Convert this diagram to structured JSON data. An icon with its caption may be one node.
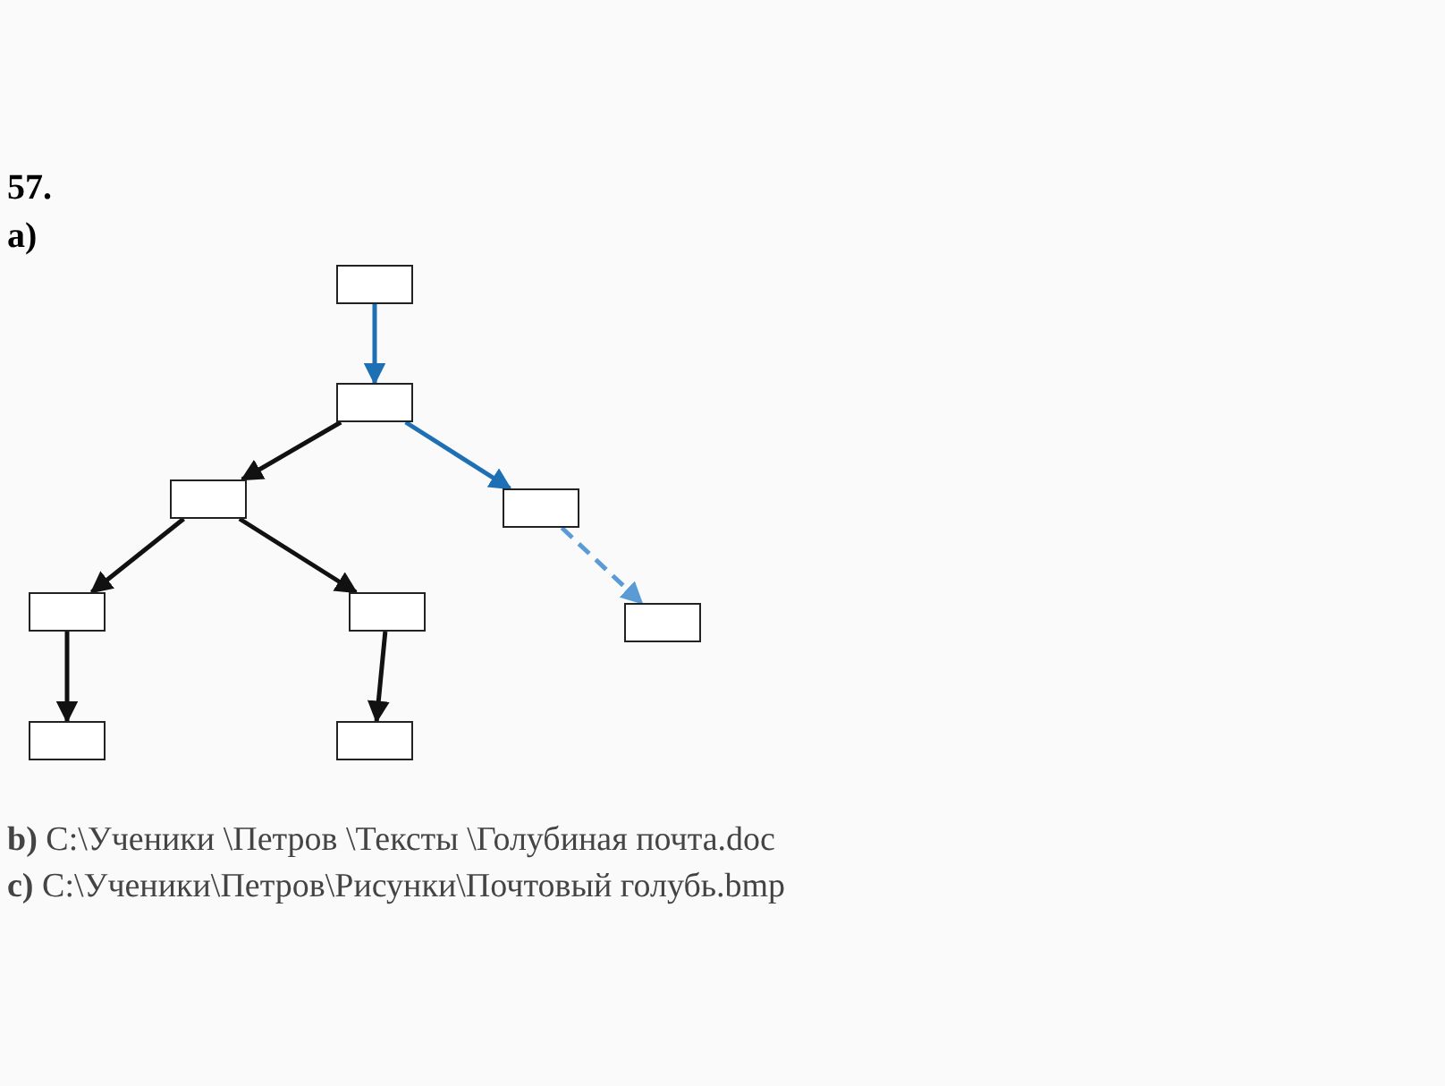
{
  "diagram": {
    "nodes": [
      {
        "text": [],
        "shape": "box"
      },
      {
        "text": [],
        "shape": "box"
      },
      {
        "text": [],
        "shape": "box"
      },
      {
        "text": [],
        "shape": "box"
      },
      {
        "text": [],
        "shape": "box"
      },
      {
        "text": [],
        "shape": "box"
      },
      {
        "text": [],
        "shape": "box"
      },
      {
        "text": [],
        "shape": "box"
      },
      {
        "text": [],
        "shape": "box"
      }
    ],
    "edges": [
      {
        "from": 0,
        "to": 1,
        "arrow": "to",
        "color": "#1f6fb5"
      },
      {
        "from": 1,
        "to": 2,
        "arrow": "to"
      },
      {
        "from": 1,
        "to": 3,
        "arrow": "to",
        "color": "#1f6fb5"
      },
      {
        "from": 2,
        "to": 4,
        "arrow": "to"
      },
      {
        "from": 2,
        "to": 5,
        "arrow": "to"
      },
      {
        "from": 3,
        "to": 6,
        "arrow": "to",
        "style": "dashed",
        "color": "#5b9bd5"
      },
      {
        "from": 4,
        "to": 7,
        "arrow": "to"
      },
      {
        "from": 5,
        "to": 8,
        "arrow": "to"
      }
    ],
    "labels": [
      "57.",
      "a)",
      "**b)** C:\\Ученики \\Петров \\Тексты \\Голубиная почта.doc",
      "**c)** C:\\Ученики\\Петров\\Рисунки\\Почтовый голубь.bmp"
    ]
  }
}
